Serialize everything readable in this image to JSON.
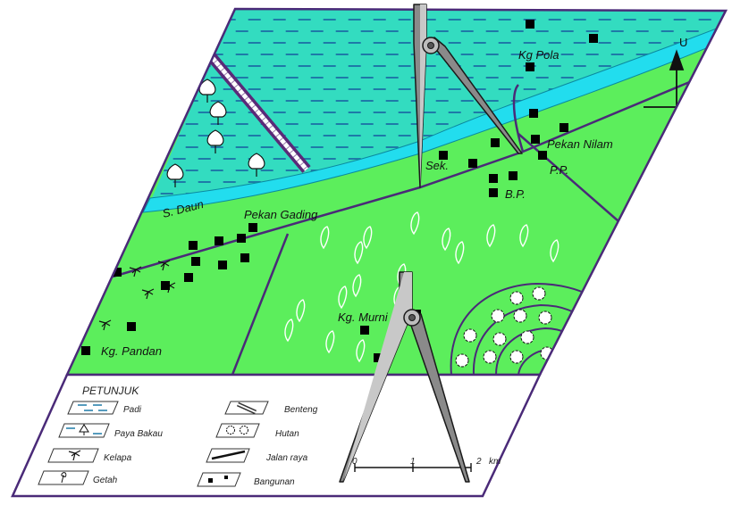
{
  "colors": {
    "sea": "#33dcc0",
    "land": "#5cee5c",
    "river": "#22ddee",
    "paddy_line": "#1e7aa8",
    "boundary": "#4a2a78",
    "building": "#000000",
    "legend_bg": "#ffffff"
  },
  "places": {
    "kg_pola": "Kg Pola",
    "pekan_nilam": "Pekan Nilam",
    "pp": "P.P.",
    "sek": "Sek.",
    "bp": "B.P.",
    "pekan_gading": "Pekan Gading",
    "kg_murni": "Kg. Murni",
    "kg_pandan": "Kg. Pandan",
    "river": "S. Daun"
  },
  "compass": {
    "north": "U"
  },
  "legend": {
    "title": "PETUNJUK",
    "items": {
      "padi": "Padi",
      "paya_bakau": "Paya Bakau",
      "kelapa": "Kelapa",
      "getah": "Getah",
      "benteng": "Benteng",
      "hutan": "Hutan",
      "jalan_raya": "Jalan raya",
      "bangunan": "Bangunan"
    }
  },
  "scale": {
    "t0": "0",
    "t1": "1",
    "t2": "2",
    "unit": "km"
  }
}
